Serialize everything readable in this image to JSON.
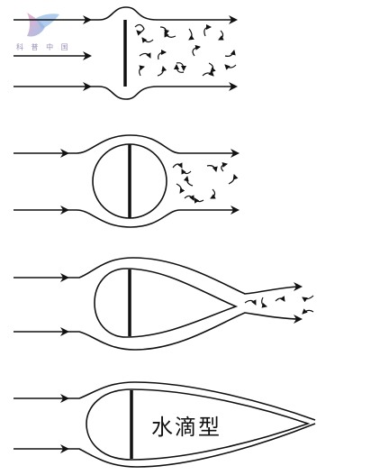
{
  "logo": {
    "text": "科 普 中 国"
  },
  "panels": [
    {
      "shape": "flat-plate",
      "label": ""
    },
    {
      "shape": "circle",
      "label": ""
    },
    {
      "shape": "teardrop",
      "label": ""
    },
    {
      "shape": "water-drop",
      "label": "水滴型"
    }
  ],
  "colors": {
    "ink": "#111111",
    "logo_pink": "#e8a0c0",
    "logo_blue": "#8fb8e8"
  }
}
